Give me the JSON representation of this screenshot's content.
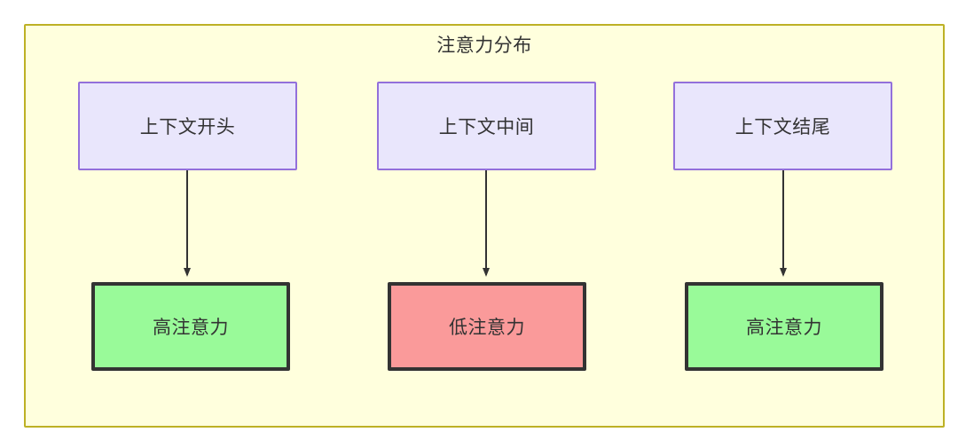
{
  "diagram": {
    "title": "注意力分布",
    "container": {
      "background_color": "#ffffdd",
      "border_color": "#bdb125"
    },
    "context_nodes": [
      {
        "id": "ctx-start",
        "label": "上下文开头",
        "fill": "#e9e6fc",
        "border": "#9370db"
      },
      {
        "id": "ctx-middle",
        "label": "上下文中间",
        "fill": "#e9e6fc",
        "border": "#9370db"
      },
      {
        "id": "ctx-end",
        "label": "上下文结尾",
        "fill": "#e9e6fc",
        "border": "#9370db"
      }
    ],
    "attention_nodes": [
      {
        "id": "att-high-start",
        "label": "高注意力",
        "fill": "#99fa99",
        "border": "#333333"
      },
      {
        "id": "att-low-middle",
        "label": "低注意力",
        "fill": "#fa9a9a",
        "border": "#333333"
      },
      {
        "id": "att-high-end",
        "label": "高注意力",
        "fill": "#99fa99",
        "border": "#333333"
      }
    ],
    "edges": [
      {
        "from": "ctx-start",
        "to": "att-high-start",
        "label": ""
      },
      {
        "from": "ctx-middle",
        "to": "att-low-middle",
        "label": ""
      },
      {
        "from": "ctx-end",
        "to": "att-high-end",
        "label": ""
      }
    ],
    "edge_color": "#333333"
  }
}
